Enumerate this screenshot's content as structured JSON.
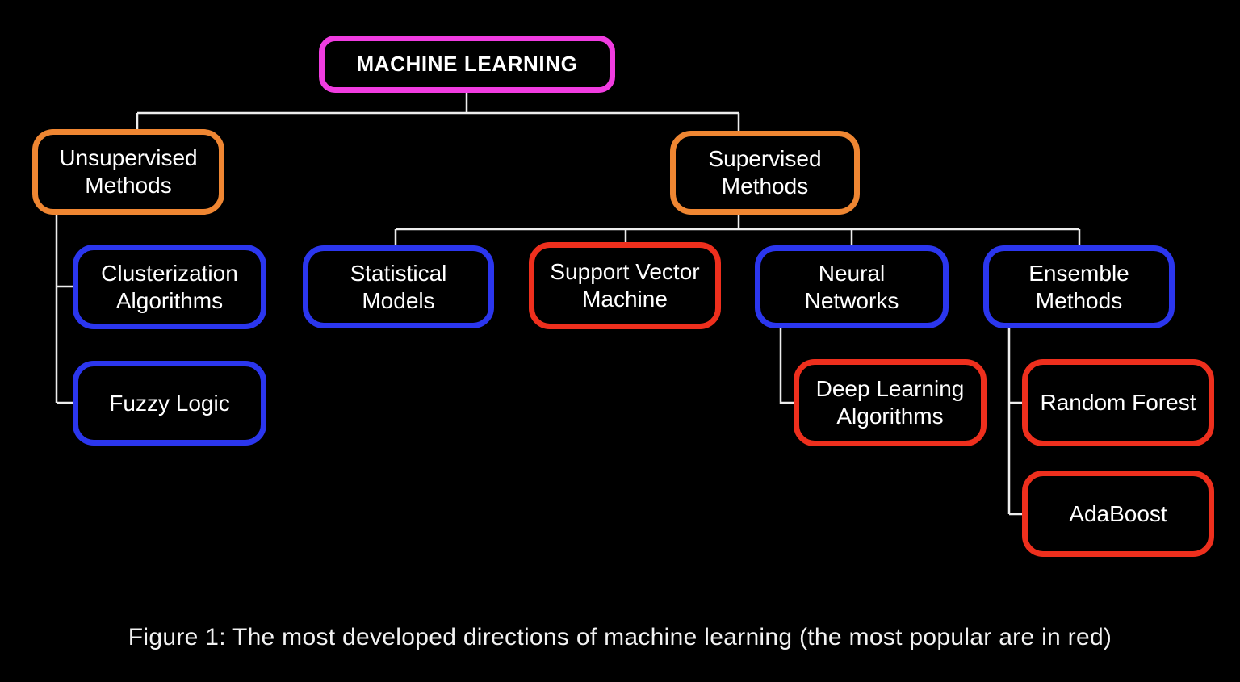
{
  "figure": {
    "caption": "Figure 1: The most developed directions of machine learning (the most popular are in red)"
  },
  "palette": {
    "magenta": "#f03ce0",
    "orange": "#ef8632",
    "blue": "#2b36ee",
    "red": "#ee2f1d",
    "connector": "#ededed",
    "background": "#000000",
    "text": "#ffffff"
  },
  "nodes": {
    "machine_learning": {
      "label": "MACHINE LEARNING",
      "color": "magenta"
    },
    "unsupervised_methods": {
      "label": "Unsupervised Methods",
      "color": "orange"
    },
    "supervised_methods": {
      "label": "Supervised Methods",
      "color": "orange"
    },
    "clusterization_algorithms": {
      "label": "Clusterization Algorithms",
      "color": "blue"
    },
    "fuzzy_logic": {
      "label": "Fuzzy Logic",
      "color": "blue"
    },
    "statistical_models": {
      "label": "Statistical Models",
      "color": "blue"
    },
    "support_vector_machine": {
      "label": "Support Vector Machine",
      "color": "red"
    },
    "neural_networks": {
      "label": "Neural Networks",
      "color": "blue"
    },
    "ensemble_methods": {
      "label": "Ensemble Methods",
      "color": "blue"
    },
    "deep_learning_algorithms": {
      "label": "Deep Learning Algorithms",
      "color": "red"
    },
    "random_forest": {
      "label": "Random Forest",
      "color": "red"
    },
    "adaboost": {
      "label": "AdaBoost",
      "color": "red"
    }
  },
  "edges": [
    {
      "from": "machine_learning",
      "to": "unsupervised_methods"
    },
    {
      "from": "machine_learning",
      "to": "supervised_methods"
    },
    {
      "from": "unsupervised_methods",
      "to": "clusterization_algorithms"
    },
    {
      "from": "unsupervised_methods",
      "to": "fuzzy_logic"
    },
    {
      "from": "supervised_methods",
      "to": "statistical_models"
    },
    {
      "from": "supervised_methods",
      "to": "support_vector_machine"
    },
    {
      "from": "supervised_methods",
      "to": "neural_networks"
    },
    {
      "from": "supervised_methods",
      "to": "ensemble_methods"
    },
    {
      "from": "neural_networks",
      "to": "deep_learning_algorithms"
    },
    {
      "from": "ensemble_methods",
      "to": "random_forest"
    },
    {
      "from": "ensemble_methods",
      "to": "adaboost"
    }
  ]
}
